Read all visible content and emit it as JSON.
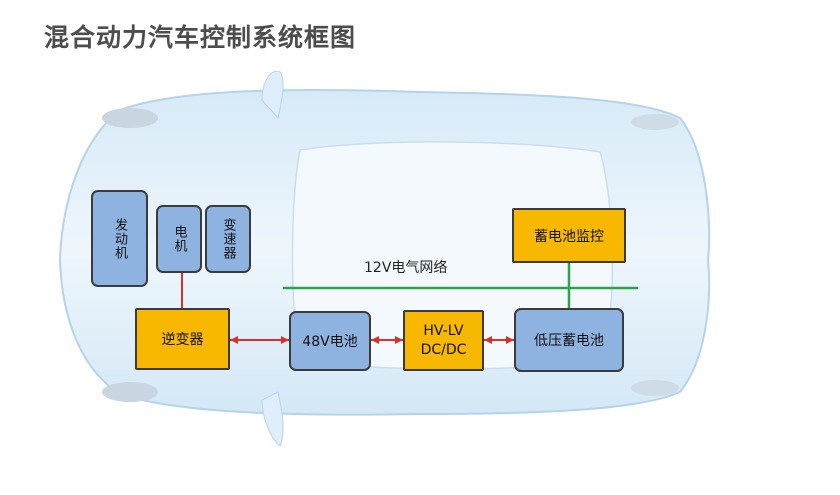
{
  "title": "混合动力汽车控制系统框图",
  "network_label": "12V电气网络",
  "nodes": {
    "engine": "发动机",
    "motor": "电机",
    "gearbox": "变速器",
    "inverter": "逆变器",
    "battery48": "48V电池",
    "dcdc_line1": "HV-LV",
    "dcdc_line2": "DC/DC",
    "lv_battery": "低压蓄电池",
    "battery_monitor": "蓄电池监控"
  },
  "colors": {
    "blue_box": "#8fb3e0",
    "orange_box": "#f9b800",
    "red_link": "#d6322d",
    "green_bus": "#2ea24a"
  }
}
